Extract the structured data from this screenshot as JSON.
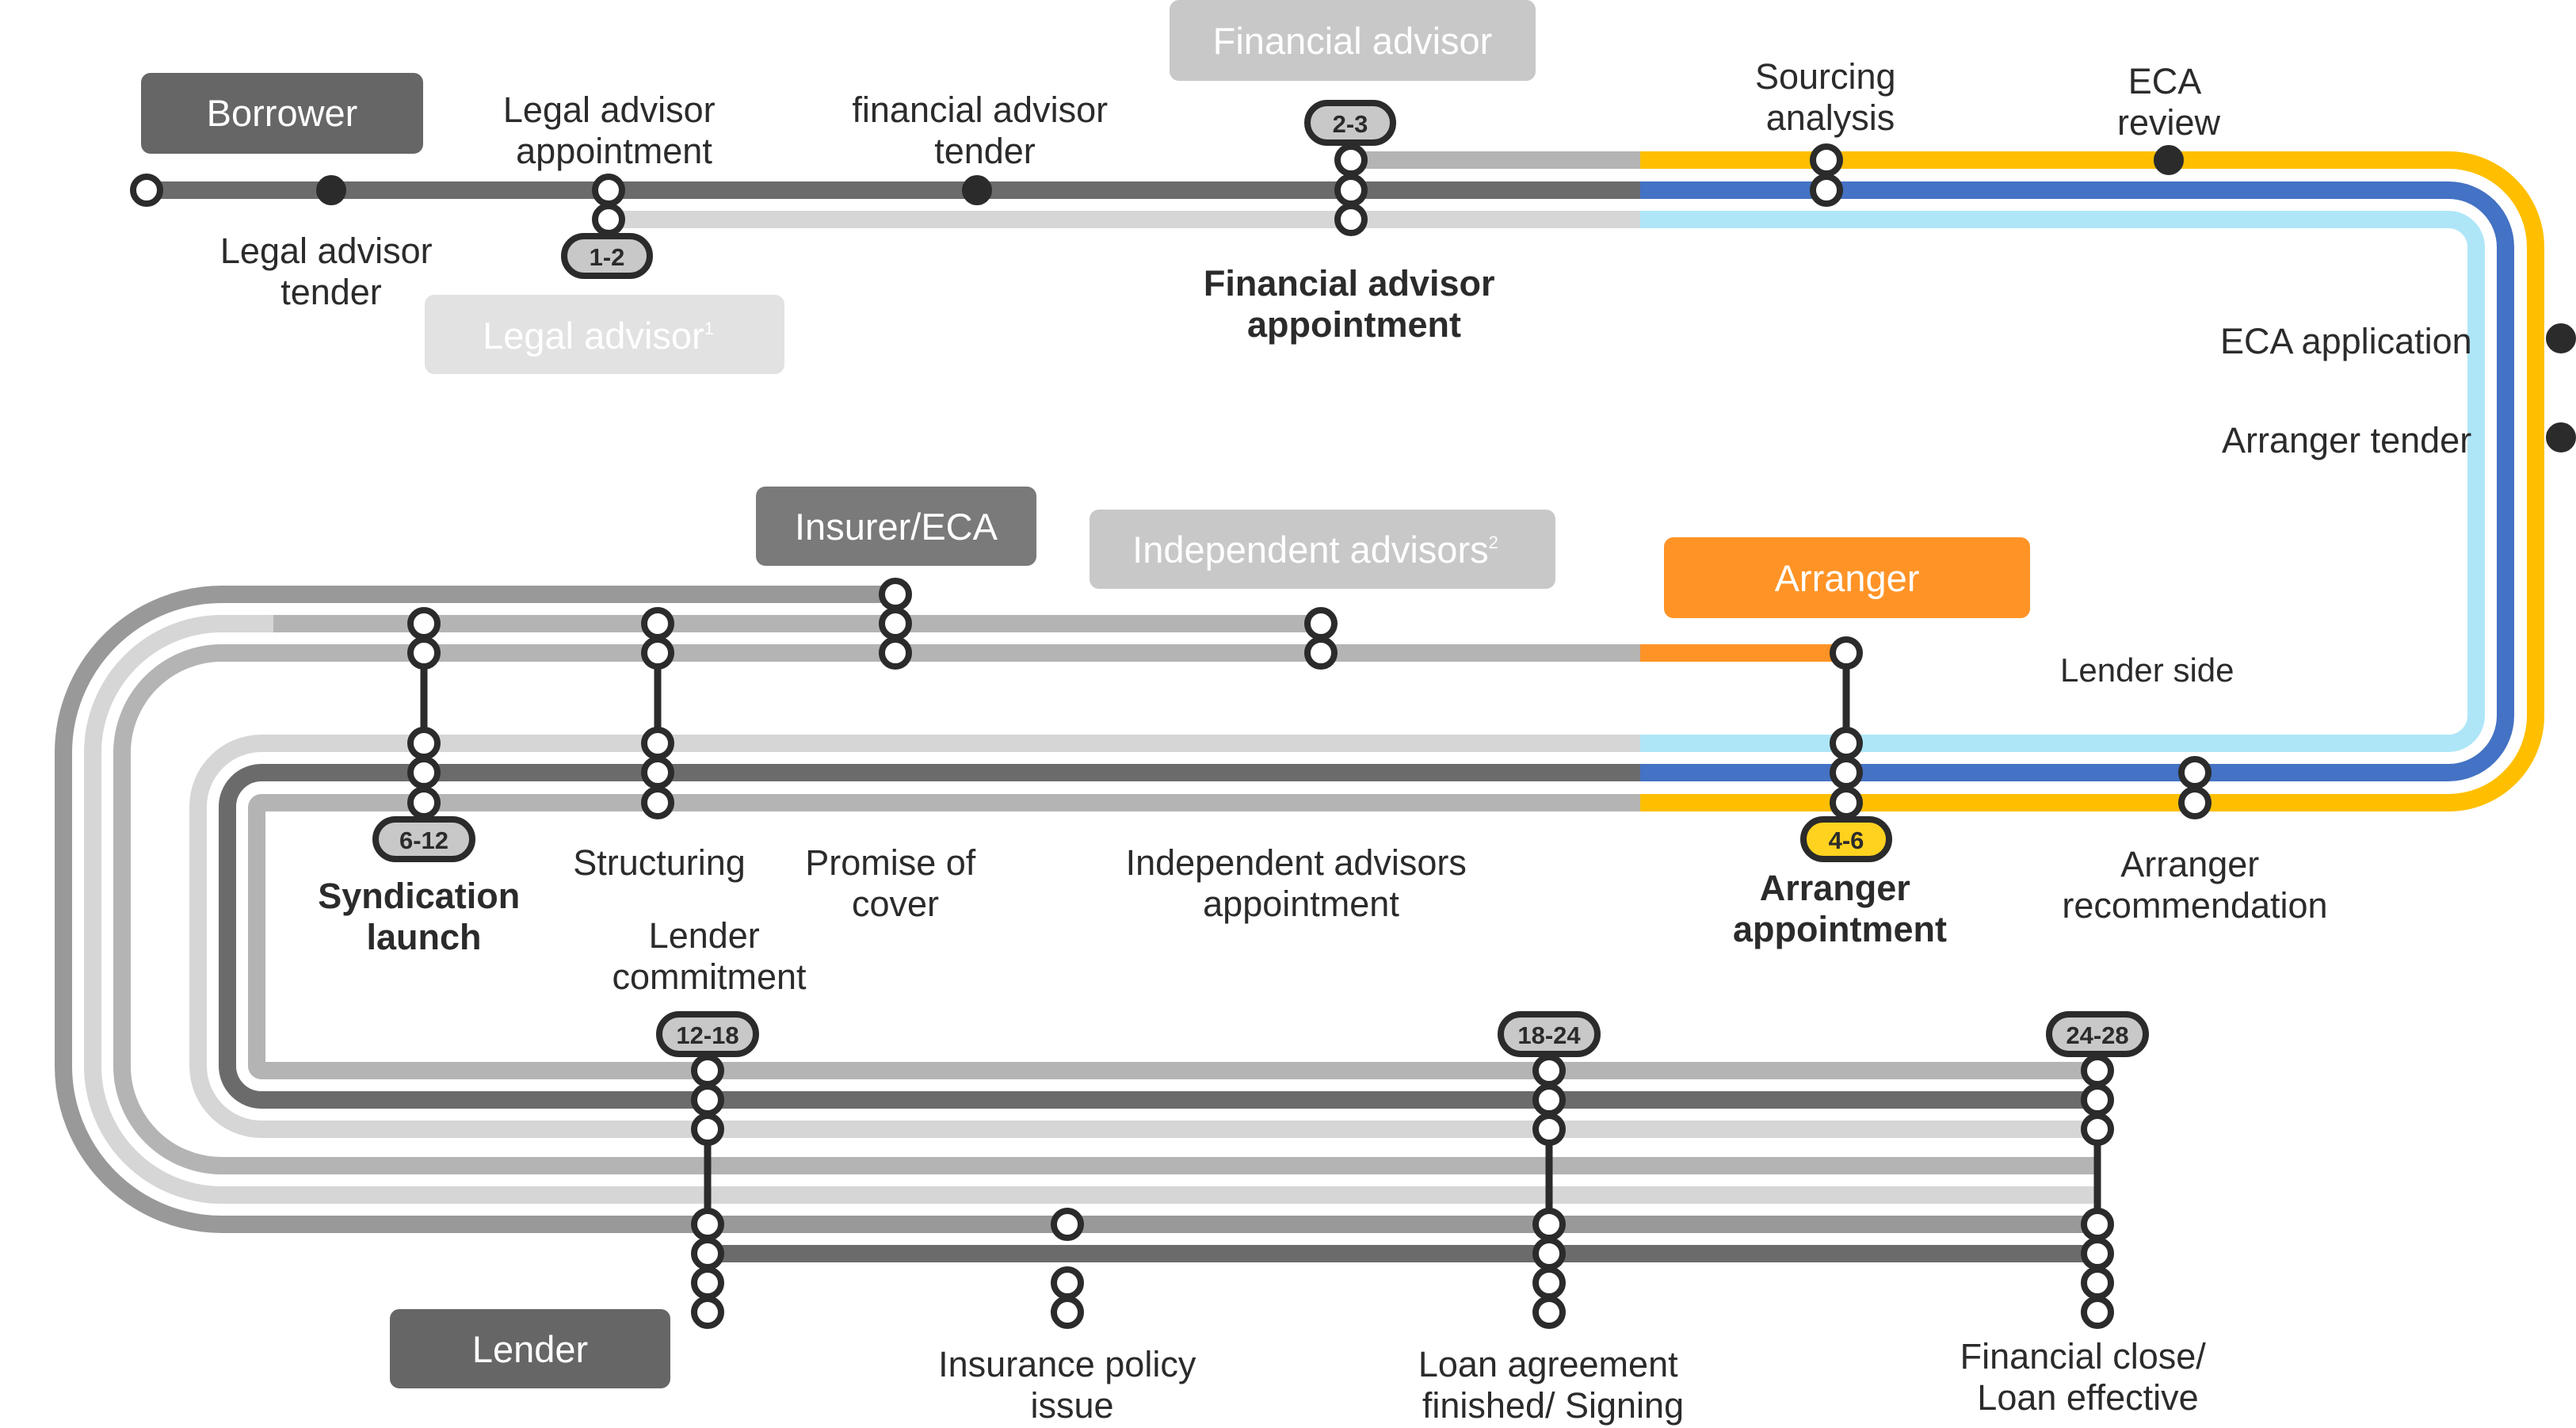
{
  "parties": {
    "borrower": "Borrower",
    "financial_advisor": "Financial advisor",
    "legal_advisor": "Legal advisor",
    "legal_advisor_sup": "1",
    "insurer_eca": "Insurer/ECA",
    "independent_advisors": "Independent advisors",
    "independent_advisors_sup": "2",
    "arranger": "Arranger",
    "lender": "Lender"
  },
  "timings": {
    "t1": "1-2",
    "t2": "2-3",
    "t3": "4-6",
    "t4": "6-12",
    "t5": "12-18",
    "t6": "18-24",
    "t7": "24-28"
  },
  "stations": {
    "legal_advisor_tender": [
      "Legal advisor",
      "tender"
    ],
    "legal_advisor_appointment": [
      "Legal advisor",
      "appointment"
    ],
    "financial_advisor_tender": [
      "financial advisor",
      "tender"
    ],
    "financial_advisor_appointment": [
      "Financial advisor",
      "appointment"
    ],
    "sourcing_analysis": [
      "Sourcing",
      "analysis"
    ],
    "eca_review": [
      "ECA",
      "review"
    ],
    "eca_application": "ECA application",
    "arranger_tender": "Arranger tender",
    "lender_side": "Lender side",
    "arranger_recommendation": [
      "Arranger",
      "recommendation"
    ],
    "arranger_appointment": [
      "Arranger",
      "appointment"
    ],
    "independent_advisors_appointment": [
      "Independent advisors",
      "appointment"
    ],
    "promise_of_cover": [
      "Promise of",
      "cover"
    ],
    "structuring": "Structuring",
    "syndication_launch": [
      "Syndication",
      "launch"
    ],
    "lender_commitment": [
      "Lender",
      "commitment"
    ],
    "insurance_policy_issue": [
      "Insurance policy",
      "issue"
    ],
    "loan_agreement": [
      "Loan agreement",
      "finished/ Signing"
    ],
    "financial_close": [
      "Financial close/",
      "Loan effective"
    ]
  },
  "colors": {
    "borrower_line": "#6b6b6b",
    "legal_line": "#d6d6d6",
    "financial_line": "#b4b4b4",
    "eca_line": "#ffbf00",
    "arranger_line": "#4472c4",
    "light_blue_line": "#aee6f8",
    "arranger_box": "#ff9326",
    "insurer_line": "#999999",
    "lender_box": "#666666",
    "station_stroke": "#2b2b2b",
    "highlight_pill": "#ffd21f"
  }
}
